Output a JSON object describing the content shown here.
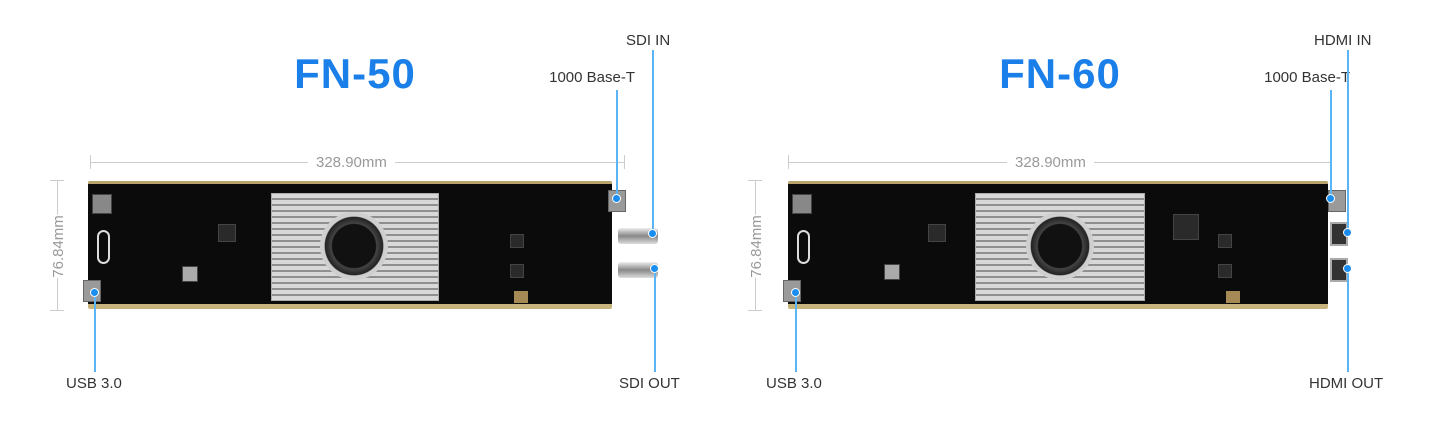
{
  "panels": [
    {
      "title": "FN-50",
      "width_dim": "328.90mm",
      "height_dim": "76.84mm",
      "labels": {
        "top_in": "SDI IN",
        "ethernet": "1000 Base-T",
        "usb": "USB 3.0",
        "bottom_out": "SDI OUT"
      }
    },
    {
      "title": "FN-60",
      "width_dim": "328.90mm",
      "height_dim": "76.84mm",
      "labels": {
        "top_in": "HDMI IN",
        "ethernet": "1000 Base-T",
        "usb": "USB 3.0",
        "bottom_out": "HDMI OUT"
      }
    }
  ],
  "colors": {
    "accent": "#1a7fe8",
    "callout_line": "#5ab4f5",
    "dimension": "#cccccc"
  }
}
